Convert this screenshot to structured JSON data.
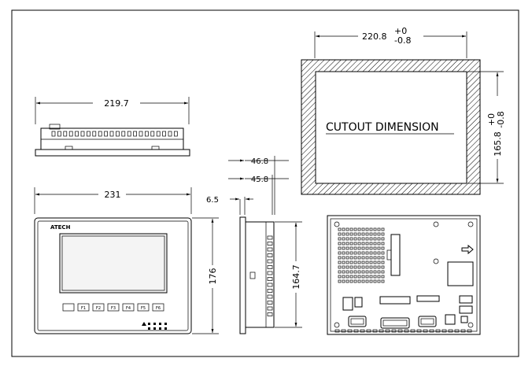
{
  "dimensions": {
    "top_width": "219.7",
    "front_width": "231",
    "front_height": "176",
    "side_depth_outer": "46.8",
    "side_depth_inner": "45.8",
    "side_bezel": "6.5",
    "side_height": "164.7",
    "cutout_width": "220.8",
    "cutout_width_tol_plus": "+0",
    "cutout_width_tol_minus": "-0.8",
    "cutout_height": "165.8",
    "cutout_height_tol_plus": "+0",
    "cutout_height_tol_minus": "-0.8"
  },
  "cutout_label": "CUTOUT DIMENSION",
  "brand_logo": "ATECH",
  "function_keys": [
    "F1",
    "F2",
    "F3",
    "F4",
    "F5",
    "F6"
  ],
  "colors": {
    "line": "#000000",
    "background": "#ffffff",
    "screen": "#f4f4f4"
  }
}
